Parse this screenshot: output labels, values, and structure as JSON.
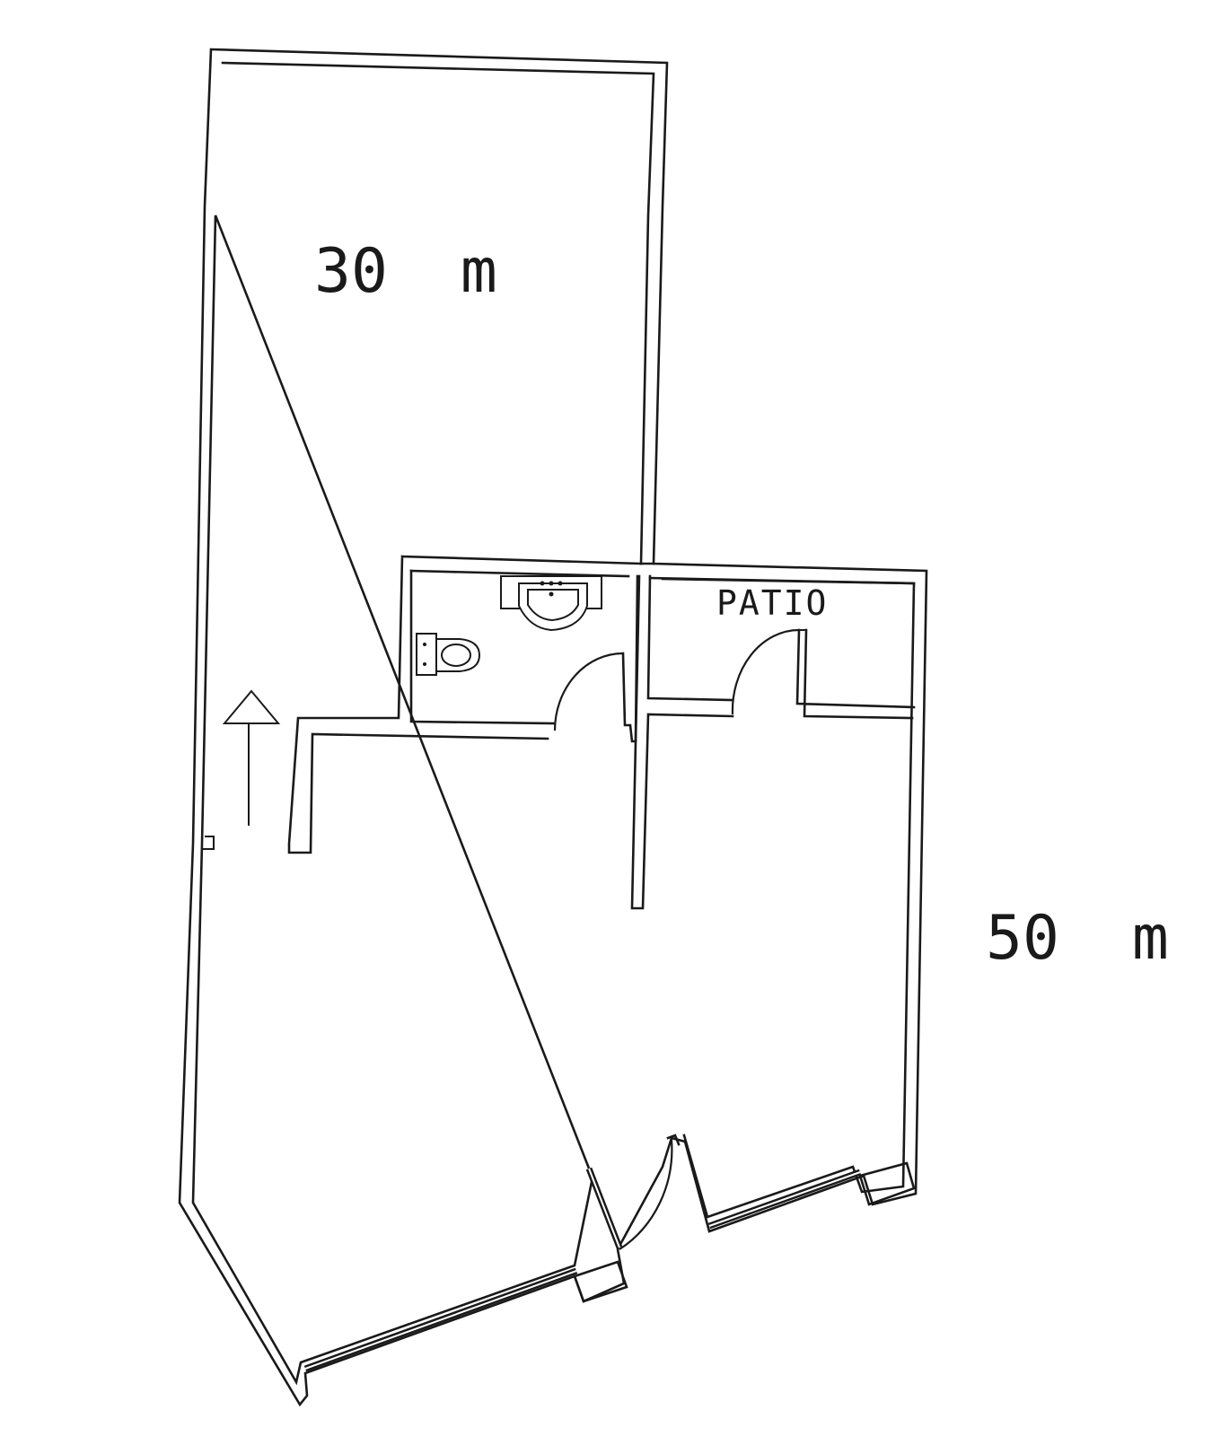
{
  "plan": {
    "upper_area_label": "30 m",
    "lower_area_label": "50 m",
    "patio_label": "PATIO"
  },
  "icons": {
    "entry_arrow": "arrow-up-icon",
    "sink": "sink-icon",
    "toilet": "toilet-icon"
  }
}
